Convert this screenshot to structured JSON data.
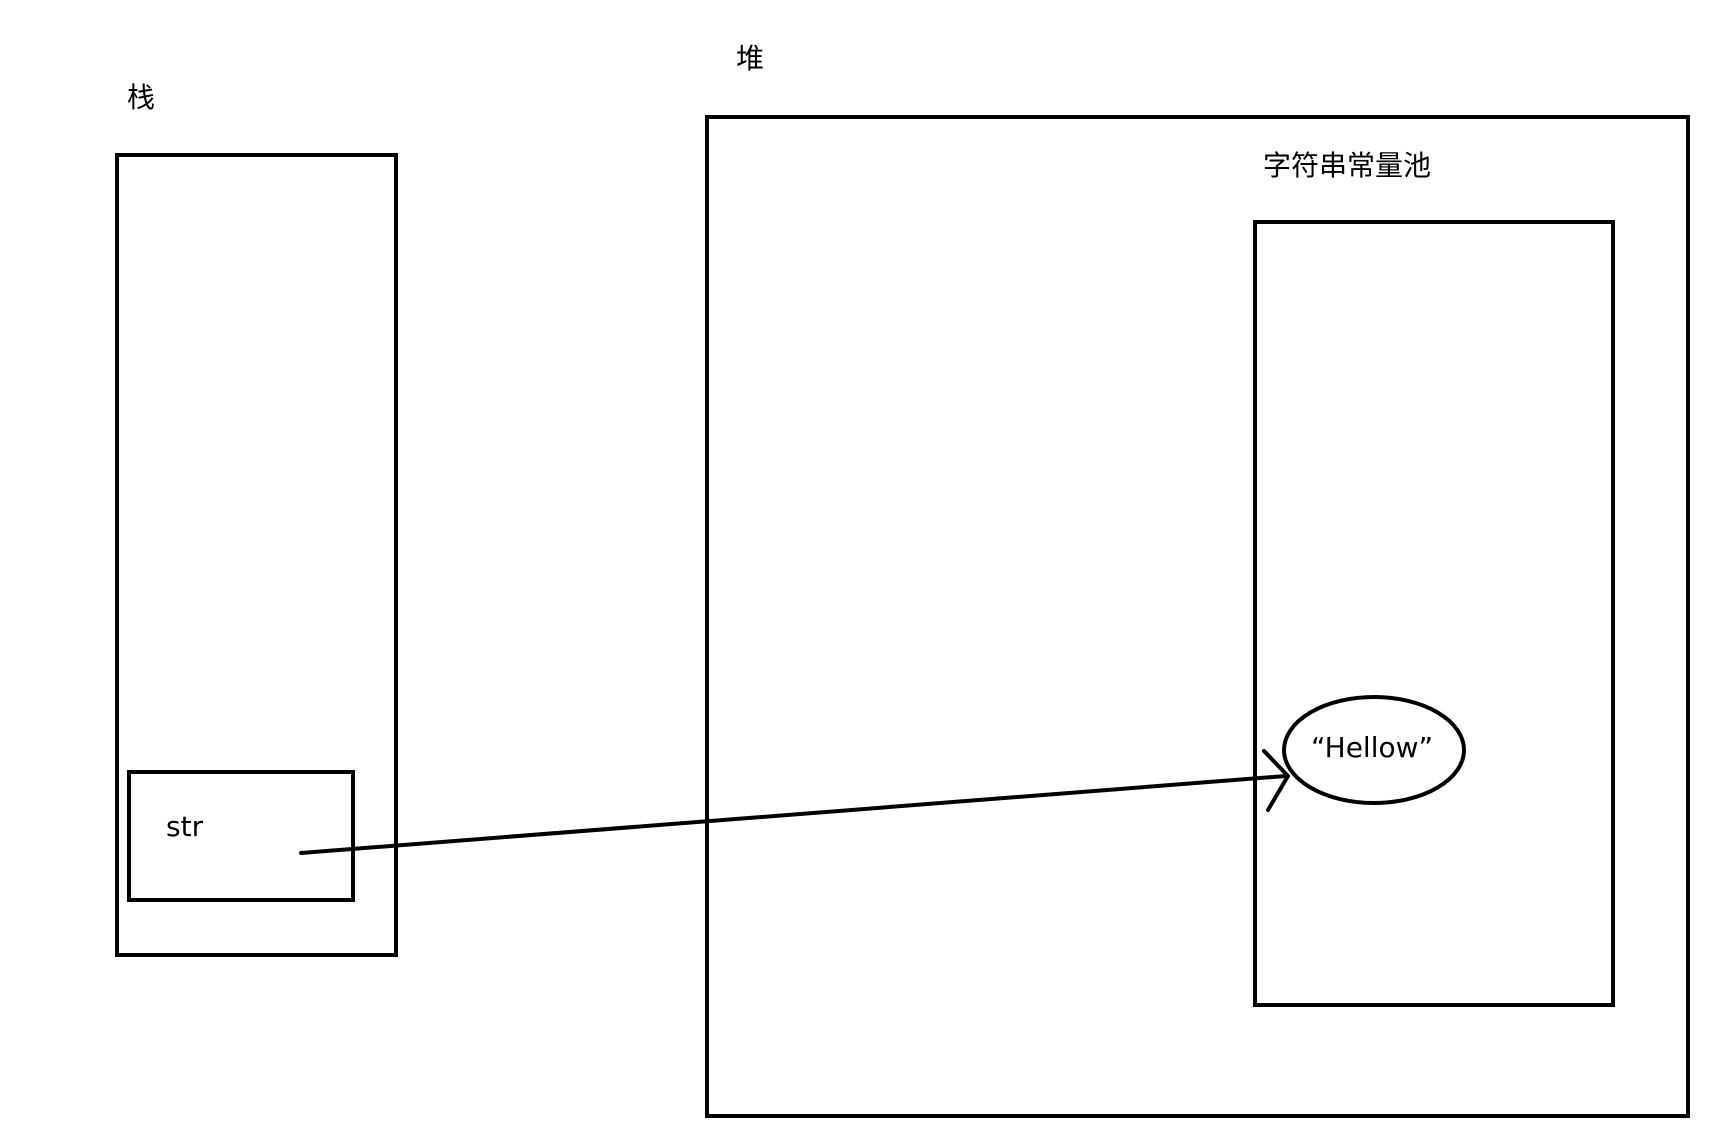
{
  "labels": {
    "stack": "栈",
    "heap": "堆",
    "string_pool": "字符串常量池",
    "variable": "str",
    "value": "“Hellow”"
  },
  "colors": {
    "stroke": "#000000",
    "background": "#ffffff"
  }
}
